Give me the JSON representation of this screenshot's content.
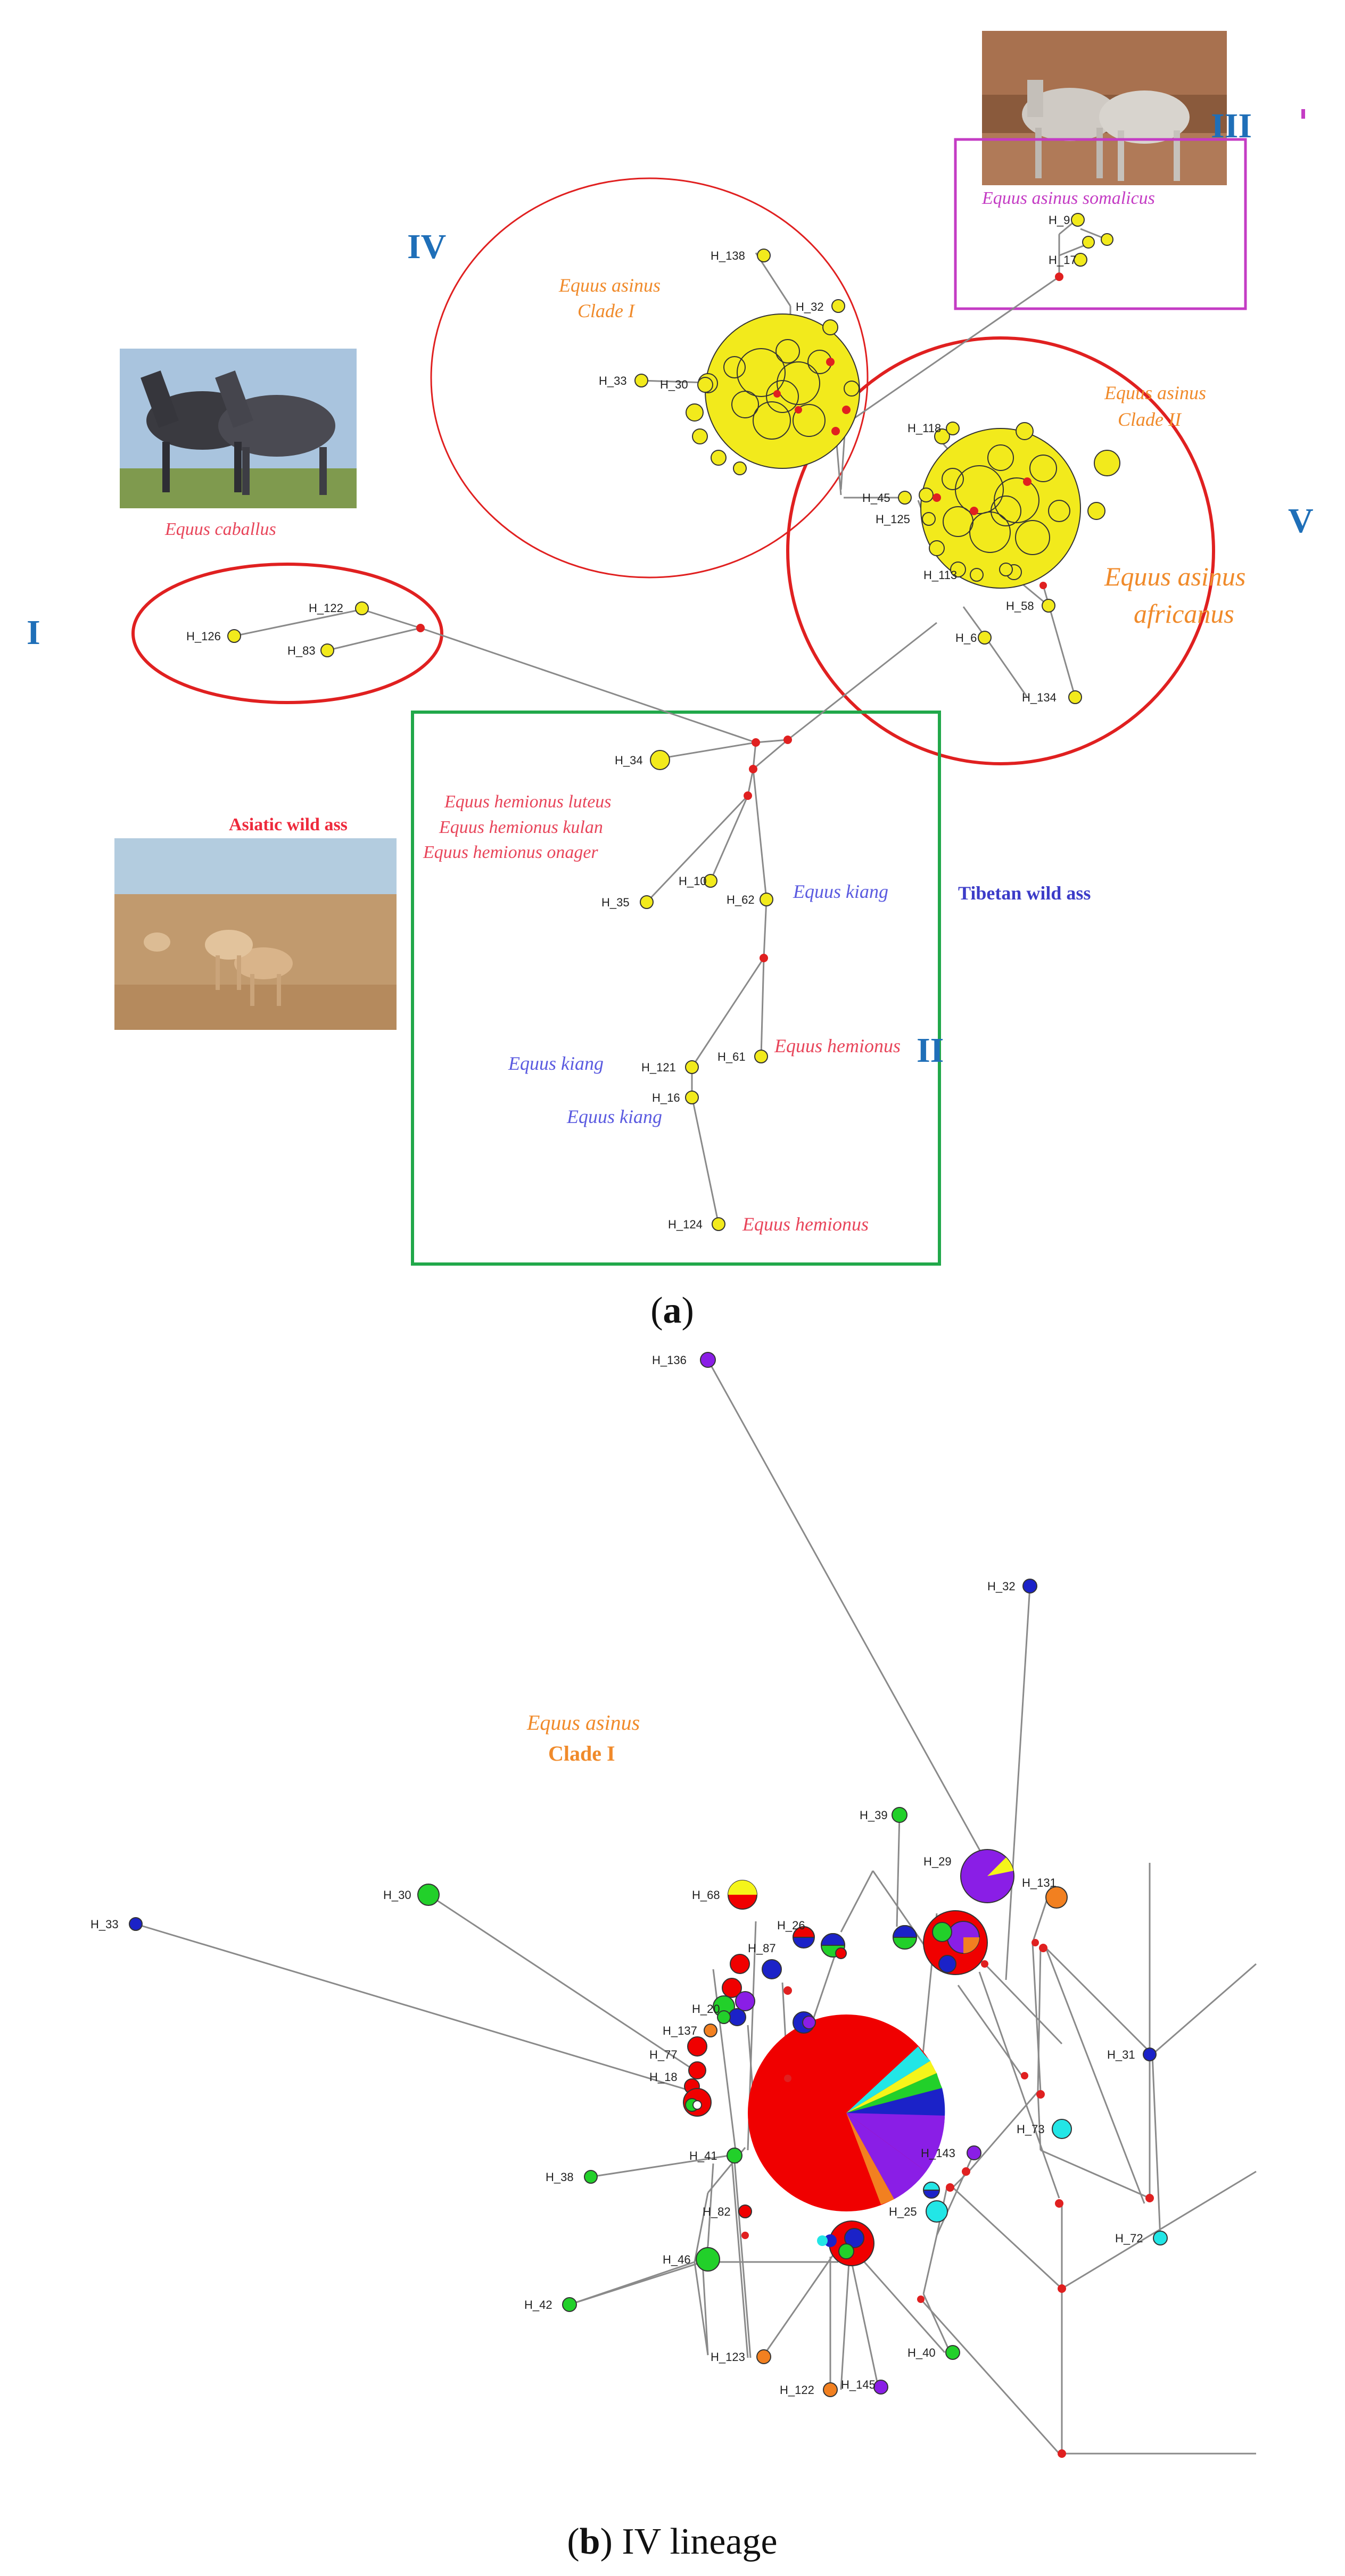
{
  "panel_a": {
    "caption_open": "(",
    "caption_letter": "a",
    "caption_close": ")",
    "roman": {
      "i": "I",
      "ii": "II",
      "iii": "III",
      "iv": "IV",
      "v": "V"
    },
    "species": {
      "caballus": "Equus caballus",
      "somalicus": "Equus asinus somalicus",
      "clade1_line1": "Equus asinus",
      "clade1_line2": "Clade I",
      "clade2_line1": "Equus asinus",
      "clade2_line2": "Clade II",
      "africanus_line1": "Equus asinus",
      "africanus_line2": "africanus",
      "luteus": "Equus hemionus luteus",
      "kulan": "Equus hemionus kulan",
      "onager": "Equus hemionus onager",
      "kiang1": "Equus kiang",
      "kiang2": "Equus kiang",
      "kiang3": "Equus kiang",
      "hemionus1": "Equus hemionus",
      "hemionus2": "Equus hemionus",
      "asiatic": "Asiatic wild ass",
      "tibetan": "Tibetan wild ass"
    },
    "haplotypes": {
      "h138": "H_138",
      "h32": "H_32",
      "h33": "H_33",
      "h30": "H_30",
      "h126": "H_126",
      "h122": "H_122",
      "h83": "H_83",
      "h34": "H_34",
      "h35": "H_35",
      "h10": "H_10",
      "h62": "H_62",
      "h121": "H_121",
      "h16": "H_16",
      "h61": "H_61",
      "h124": "H_124",
      "h118": "H_118",
      "h45": "H_45",
      "h125": "H_125",
      "h113": "H_113",
      "h58": "H_58",
      "h6": "H_6",
      "h134": "H_134",
      "h9": "H_9",
      "h17": "H_17"
    },
    "colors": {
      "node": "#f2ea1c",
      "median": "#e02020",
      "circle": "#e02020",
      "box_green": "#21a84a",
      "box_magenta": "#c43cc4",
      "roman": "#1f6fb8"
    }
  },
  "panel_b": {
    "caption_open": "(",
    "caption_letter": "b",
    "caption_rest": ") IV lineage",
    "clade_line1": "Equus asinus",
    "clade_line2": "Clade I",
    "haplotypes": {
      "h136": "H_136",
      "h32": "H_32",
      "h33": "H_33",
      "h30": "H_30",
      "h39": "H_39",
      "h29": "H_29",
      "h131": "H_131",
      "h68": "H_68",
      "h26": "H_26",
      "h87": "H_87",
      "h137": "H_137",
      "h20": "H_20",
      "h77": "H_77",
      "h18": "H_18",
      "h41": "H_41",
      "h38": "H_38",
      "h82": "H_82",
      "h46": "H_46",
      "h42": "H_42",
      "h123": "H_123",
      "h122": "H_122",
      "h145": "H_145",
      "h40": "H_40",
      "h25": "H_25",
      "h143": "H_143",
      "h73": "H_73",
      "h31": "H_31",
      "h72": "H_72"
    },
    "colors": {
      "red": "#f00000",
      "purple": "#8a1ee6",
      "green": "#22d02a",
      "blue": "#1b22c8",
      "orange": "#f28020",
      "cyan": "#22e6e6",
      "yellow": "#f5f51a"
    }
  }
}
